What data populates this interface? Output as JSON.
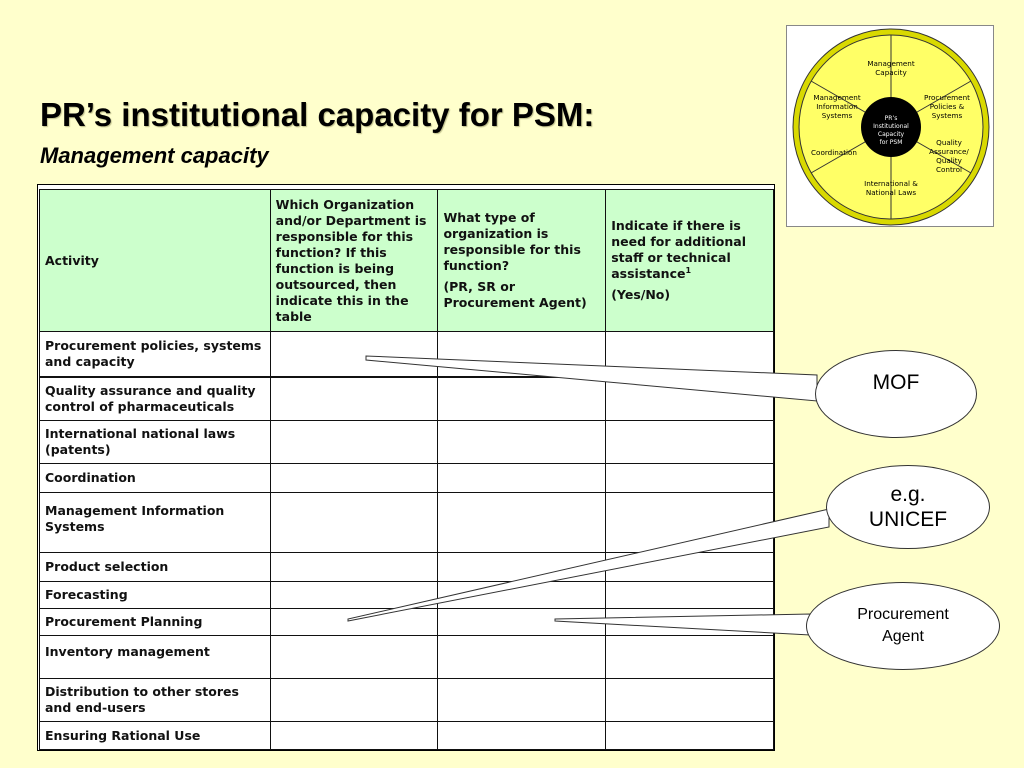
{
  "slide": {
    "title": "PR’s institutional capacity for PSM:",
    "subtitle": "Management capacity"
  },
  "table": {
    "headers": {
      "activity": "Activity",
      "org": "Which Organization and/or Department is responsible for this function? If this function is being outsourced, then indicate this in the table",
      "type_main": "What type of organization is responsible for this function?",
      "type_note": "(PR, SR or Procurement Agent)",
      "need_main": "Indicate if there is need for additional staff or technical assistance",
      "need_fn": "1",
      "need_note": "(Yes/No)"
    },
    "rows": [
      "Procurement policies,  systems and capacity",
      "Quality assurance and quality control of pharmaceuticals",
      "International national laws (patents)",
      "Coordination",
      "Management Information Systems",
      "Product selection",
      "Forecasting",
      "Procurement Planning",
      "Inventory management",
      "Distribution to other stores and end-users",
      "Ensuring Rational Use"
    ]
  },
  "diagram": {
    "center": [
      "PR’s",
      "Institutional",
      "Capacity",
      "for PSM"
    ],
    "segments": {
      "top": [
        "Management",
        "Capacity"
      ],
      "top_right": [
        "Procurement",
        "Policies &",
        "Systems"
      ],
      "right": [
        "Quality",
        "Assurance/",
        "Quality",
        "Control"
      ],
      "bottom": [
        "International &",
        "National Laws"
      ],
      "left": [
        "Coordination"
      ],
      "top_left": [
        "Management",
        "Information",
        "Systems"
      ]
    },
    "colors": {
      "ring": "#ffff66",
      "center": "#000000",
      "outline": "#333333"
    }
  },
  "callouts": {
    "mof": "MOF",
    "unicef_line1": "e.g.",
    "unicef_line2": "UNICEF",
    "agent_line1": "Procurement",
    "agent_line2": "Agent"
  }
}
